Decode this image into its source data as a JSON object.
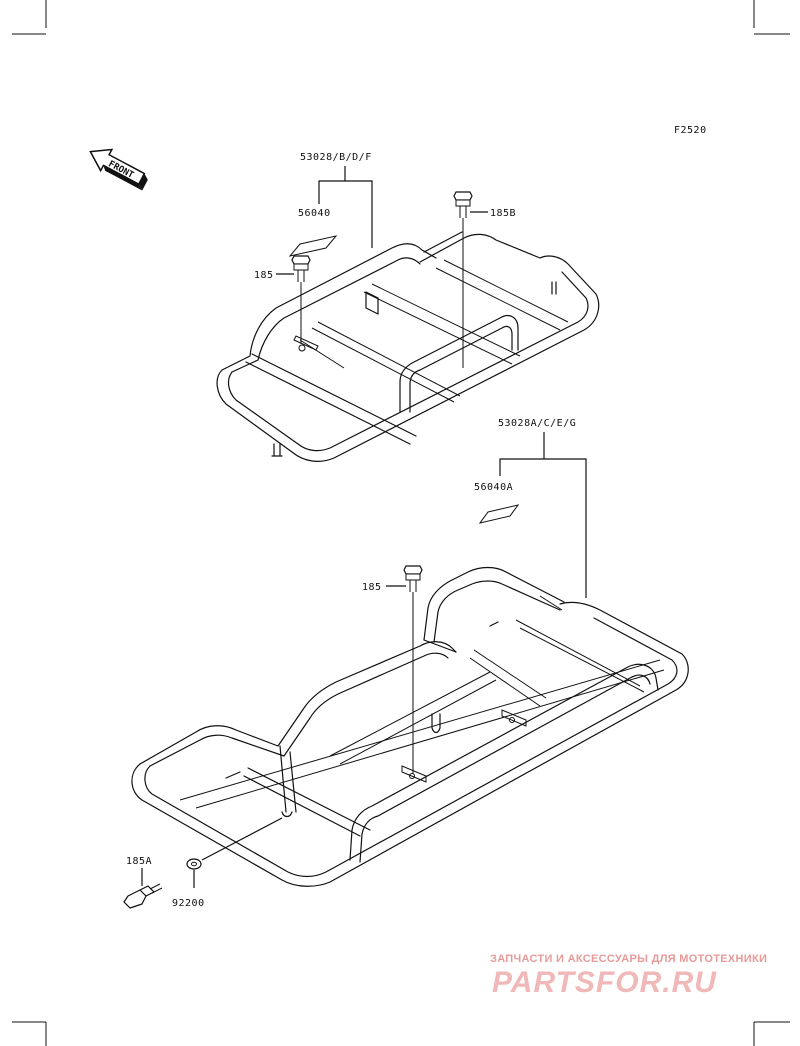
{
  "figure_code": "F2520",
  "front_arrow": {
    "text": "FRONT",
    "icon": "front-direction-arrow-icon"
  },
  "callouts": {
    "front_carrier": "53028/B/D/F",
    "front_label_part": "56040",
    "front_bolt_right": "185B",
    "front_bolt_left": "185",
    "rear_carrier": "53028A/C/E/G",
    "rear_label_part": "56040A",
    "rear_bolt": "185",
    "rear_bolt_bottom": "185A",
    "washer": "92200"
  },
  "watermark": {
    "caption": "ЗАПЧАСТИ И АКСЕССУАРЫ ДЛЯ МОТОТЕХНИКИ",
    "logo_text": "PARTSFOR.RU"
  }
}
